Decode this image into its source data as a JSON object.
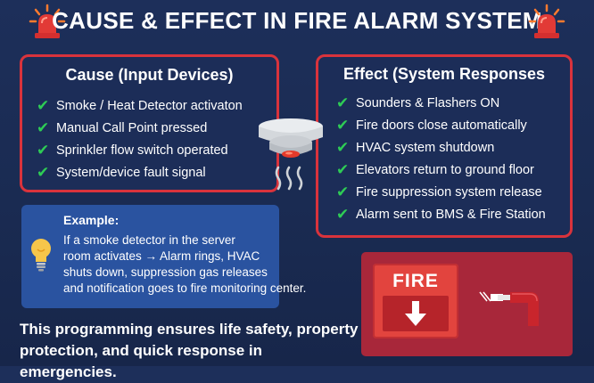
{
  "title": "CAUSE & EFFECT IN FIRE ALARM SYSTEM",
  "cause": {
    "heading": "Cause (Input Devices)",
    "items": [
      "Smoke / Heat Detector activaton",
      "Manual Call Point pressed",
      "Sprinkler flow switch operated",
      "System/device fault signal"
    ]
  },
  "effect": {
    "heading": "Effect (System Responses",
    "items": [
      "Sounders & Flashers ON",
      "Fire doors close automatically",
      "HVAC system shutdown",
      "Elevators return to ground floor",
      "Fire suppression system release",
      "Alarm sent to BMS & Fire Station"
    ]
  },
  "example": {
    "title": "Example:",
    "lines": [
      "If a smoke detector in the server",
      "room activates → Alarm rings, HVAC",
      "shuts down, suppression gas releases",
      "and notification goes to fire monitoring center."
    ]
  },
  "footer": {
    "lines": [
      "This programming ensures life safety, property",
      "protection, and quick response in emergencies."
    ]
  },
  "call_point": {
    "label": "FIRE"
  },
  "icons": {
    "title_left": "siren-icon",
    "title_right": "siren-icon",
    "check": "checkmark-icon",
    "detector": "smoke-detector-icon",
    "bulb": "lightbulb-icon",
    "arrow": "down-arrow-icon",
    "pipe": "sprinkler-pipe-icon"
  },
  "colors": {
    "background": "#1d2f5a",
    "panel_border": "#d9333c",
    "check": "#2ecc55",
    "example_bg": "#2a53a0",
    "fire_red": "#e2443e"
  }
}
